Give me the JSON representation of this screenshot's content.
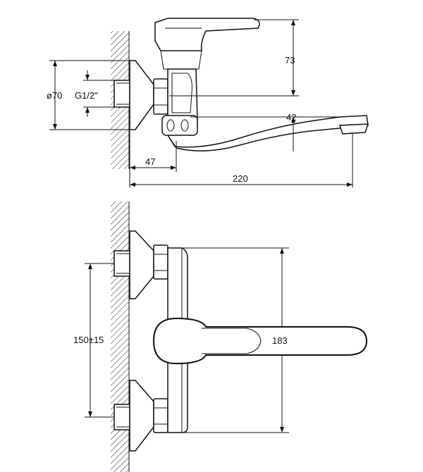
{
  "side_view": {
    "diameter_label": "ø70",
    "thread_label": "G1/2\"",
    "height_label": "73",
    "spout_height_label": "42",
    "wall_offset_label": "47",
    "total_length_label": "220"
  },
  "front_view": {
    "spacing_label": "150±15",
    "height_label": "183"
  }
}
